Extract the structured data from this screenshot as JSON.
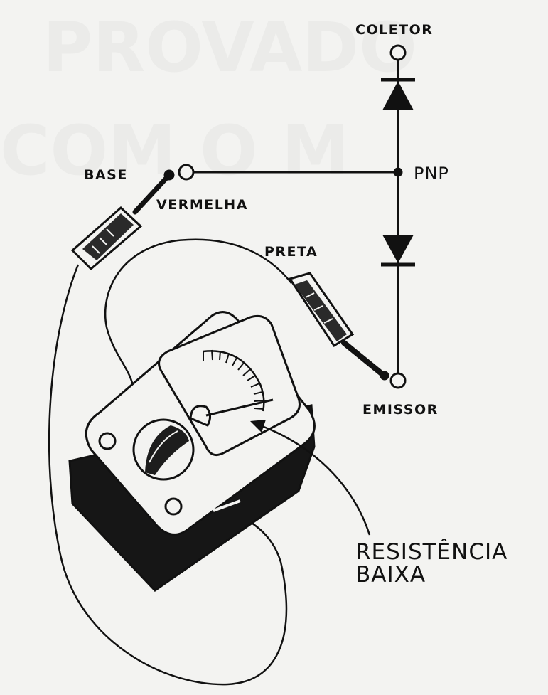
{
  "labels": {
    "collector": "COLETOR",
    "pnp": "PNP",
    "base": "BASE",
    "red_probe": "VERMELHA",
    "black_probe": "PRETA",
    "emitter": "EMISSOR",
    "result_line1": "RESISTÊNCIA",
    "result_line2": "BAIXA"
  },
  "colors": {
    "ink": "#111111",
    "paper": "#f3f3f1"
  }
}
